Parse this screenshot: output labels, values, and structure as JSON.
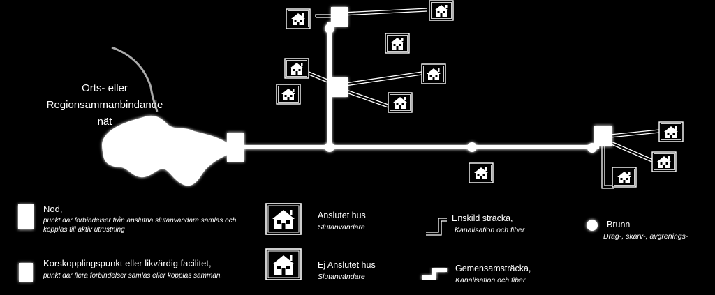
{
  "network_title": {
    "line1": "Orts- eller",
    "line2": "Regionsammanbindande",
    "line3": "nät"
  },
  "legend": {
    "node": {
      "title": "Nod,",
      "desc_line1": "punkt där förbindelser från anslutna slutanvändare samlas och",
      "desc_line2": "kopplas till aktiv utrustning"
    },
    "crossconnect": {
      "title": "Korskopplingspunkt eller likvärdig facilitet,",
      "desc": "punkt där flera förbindelser samlas eller kopplas samman."
    },
    "connected_house": {
      "title": "Anslutet hus",
      "desc": "Slutanvändare"
    },
    "not_connected_house": {
      "title": "Ej Anslutet hus",
      "desc": "Slutanvändare"
    },
    "private_route": {
      "title": "Enskild sträcka,",
      "desc": "Kanalisation och fiber"
    },
    "shared_route": {
      "title": "Gemensamsträcka,",
      "desc": "Kanalisation och fiber"
    },
    "well": {
      "title": "Brunn",
      "desc": "Drag-, skarv-, avgrenings-"
    }
  },
  "colors": {
    "background": "#000000",
    "foreground": "#ffffff"
  }
}
